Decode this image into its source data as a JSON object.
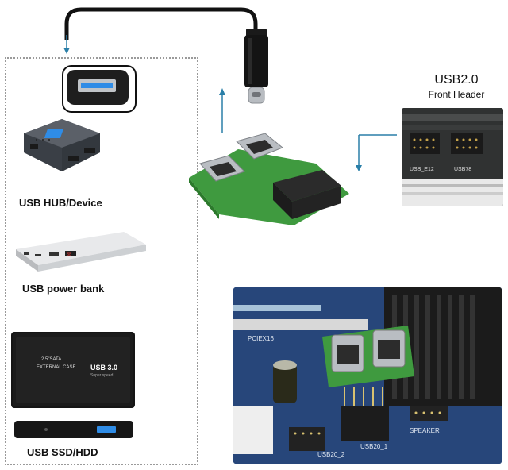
{
  "labels": {
    "hub": "USB HUB/Device",
    "powerbank": "USB power bank",
    "ssd": "USB SSD/HDD",
    "header_title": "USB2.0",
    "header_subtitle": "Front Header"
  },
  "board_silkscreen": {
    "connector_a": "USB20_2",
    "connector_b": "USB20_1",
    "speaker": "SPEAKER",
    "pcie": "PCIEX16",
    "header_e12": "USB_E12",
    "header_78": "USB78"
  },
  "ssd_case": {
    "size_text": "2.5\"SATA",
    "case_text": "EXTERNAL CASE",
    "usb_text": "USB 3.0",
    "speed_text": "Super speed"
  },
  "colors": {
    "arrow": "#2a7fa8",
    "board_green": "#3f9a3f",
    "motherboard_blue": "#27467a",
    "hub_body": "#3a3f46",
    "usb_blue": "#2f8ce6",
    "powerbank": "#d9dadc"
  }
}
